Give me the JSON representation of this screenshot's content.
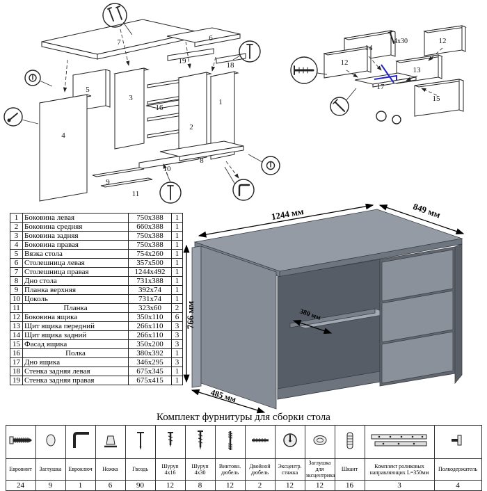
{
  "parts_table": {
    "rows": [
      {
        "num": "1",
        "name": "Боковина левая",
        "size": "750x388",
        "qty": "1"
      },
      {
        "num": "2",
        "name": "Боковина средняя",
        "size": "660x388",
        "qty": "1"
      },
      {
        "num": "3",
        "name": "Боковина задняя",
        "size": "750x388",
        "qty": "1"
      },
      {
        "num": "4",
        "name": "Боковина правая",
        "size": "750x388",
        "qty": "1"
      },
      {
        "num": "5",
        "name": "Вязка стола",
        "size": "754x260",
        "qty": "1"
      },
      {
        "num": "6",
        "name": "Столешница левая",
        "size": "357x500",
        "qty": "1"
      },
      {
        "num": "7",
        "name": "Столешница правая",
        "size": "1244x492",
        "qty": "1"
      },
      {
        "num": "8",
        "name": "Дно стола",
        "size": "731x388",
        "qty": "1"
      },
      {
        "num": "9",
        "name": "Планка верхняя",
        "size": "392x74",
        "qty": "1"
      },
      {
        "num": "10",
        "name": "Цоколь",
        "size": "731x74",
        "qty": "1"
      },
      {
        "num": "11",
        "name": "Планка",
        "size": "323x60",
        "qty": "2"
      },
      {
        "num": "12",
        "name": "Боковина ящика",
        "size": "350x110",
        "qty": "6"
      },
      {
        "num": "13",
        "name": "Щит ящика передний",
        "size": "266x110",
        "qty": "3"
      },
      {
        "num": "14",
        "name": "Щит ящика задний",
        "size": "266x110",
        "qty": "3"
      },
      {
        "num": "15",
        "name": "Фасад ящика",
        "size": "350x200",
        "qty": "3"
      },
      {
        "num": "16",
        "name": "Полка",
        "size": "380x392",
        "qty": "1"
      },
      {
        "num": "17",
        "name": "Дно ящика",
        "size": "346x295",
        "qty": "3"
      },
      {
        "num": "18",
        "name": "Стенка задняя левая",
        "size": "675x345",
        "qty": "1"
      },
      {
        "num": "19",
        "name": "Стенка задняя правая",
        "size": "675x415",
        "qty": "1"
      }
    ]
  },
  "desk": {
    "dim_width": "1244 мм",
    "dim_depth": "849 мм",
    "dim_height": "766 мм",
    "dim_shelf": "380 мм",
    "dim_leg": "485 мм"
  },
  "diagram_left": {
    "labels": [
      "7",
      "6",
      "19",
      "18",
      "5",
      "3",
      "16",
      "2",
      "1",
      "4",
      "10",
      "8",
      "9",
      "11"
    ]
  },
  "diagram_right": {
    "labels": [
      "14",
      "12",
      "12",
      "13",
      "17",
      "15"
    ],
    "screw_note": "4x30"
  },
  "hardware": {
    "title": "Комплект фурнитуры для сборки стола",
    "items": [
      {
        "name": "Евровинт",
        "qty": "24",
        "icon": "euroscrew-icon"
      },
      {
        "name": "Заглушка",
        "qty": "9",
        "icon": "cap-icon"
      },
      {
        "name": "Евроключ",
        "qty": "1",
        "icon": "hex-key-icon"
      },
      {
        "name": "Ножка",
        "qty": "6",
        "icon": "foot-icon"
      },
      {
        "name": "Гвоздь",
        "qty": "90",
        "icon": "nail-icon"
      },
      {
        "name": "Шуруп 4x16",
        "qty": "12",
        "icon": "screw-short-icon"
      },
      {
        "name": "Шуруп 4x30",
        "qty": "8",
        "icon": "screw-long-icon"
      },
      {
        "name": "Винтовн. дюбель",
        "qty": "12",
        "icon": "threaded-dowel-icon"
      },
      {
        "name": "Двойной дюбель",
        "qty": "2",
        "icon": "double-dowel-icon"
      },
      {
        "name": "Эксцентр. стяжка",
        "qty": "12",
        "icon": "cam-lock-icon"
      },
      {
        "name": "Заглушка для эксцентрика",
        "qty": "12",
        "icon": "cam-cap-icon"
      },
      {
        "name": "Шкант",
        "qty": "16",
        "icon": "wood-dowel-icon"
      },
      {
        "name": "Комплект роликовых направляющих L=350мм",
        "qty": "3",
        "icon": "drawer-slide-icon"
      },
      {
        "name": "Полкодержатель",
        "qty": "4",
        "icon": "shelf-pin-icon"
      }
    ]
  }
}
